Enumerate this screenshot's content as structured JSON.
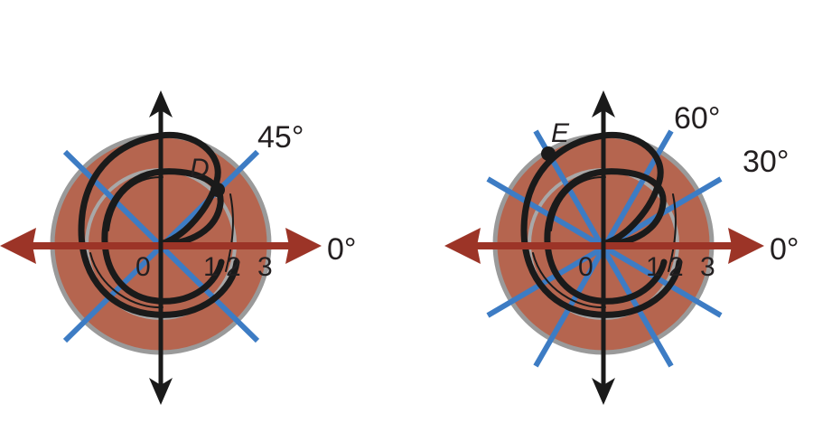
{
  "colors": {
    "disk_outer": "#b5654f",
    "ring_line": "#9a9a9a",
    "polar_line": "#3d7cc4",
    "horizontal_axis": "#9c3427",
    "vertical_axis": "#1a1a1a",
    "spiral": "#1a1a1a",
    "text": "#231f20"
  },
  "diagrams": [
    {
      "name": "left",
      "angle_labels": [
        "45°",
        "0°"
      ],
      "point_label": "D",
      "radial_labels": [
        "0",
        "1",
        "2",
        "3"
      ],
      "polar_line_angles_deg": [
        45,
        135
      ]
    },
    {
      "name": "right",
      "angle_labels": [
        "60°",
        "30°",
        "0°"
      ],
      "point_label": "E",
      "radial_labels": [
        "0",
        "1",
        "2",
        "3"
      ],
      "polar_line_angles_deg": [
        30,
        60,
        120,
        150
      ]
    }
  ]
}
